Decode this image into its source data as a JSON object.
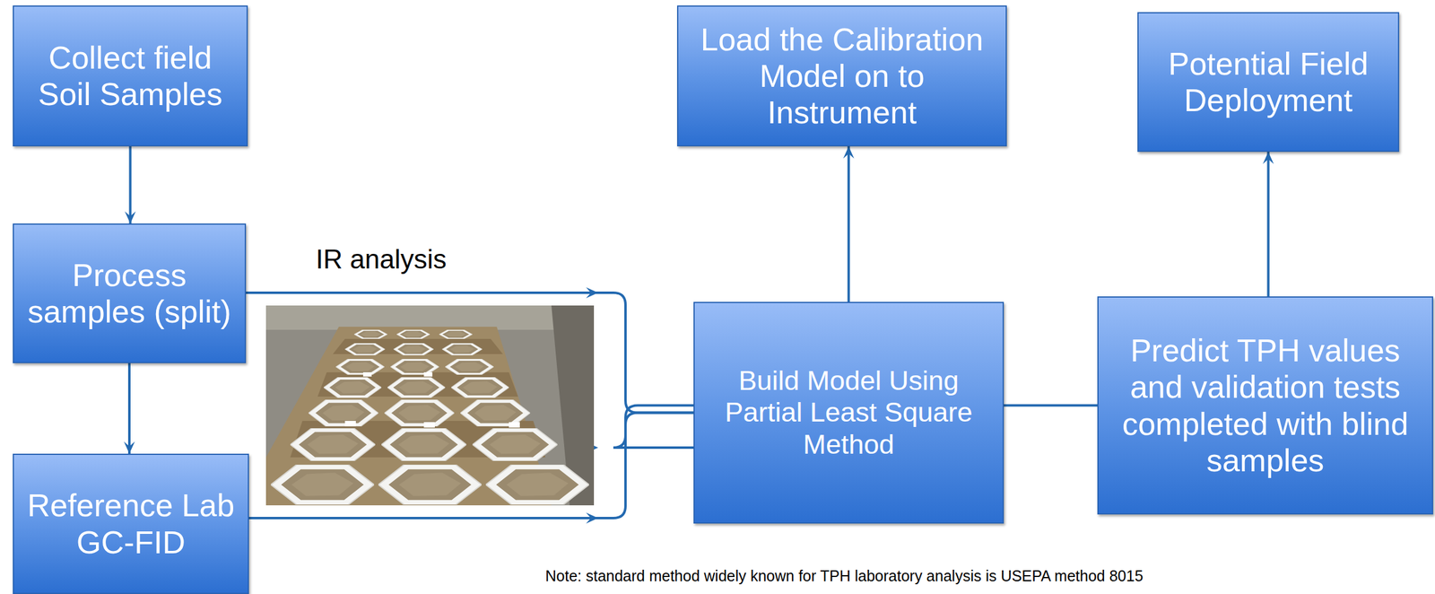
{
  "diagram": {
    "nodes": [
      {
        "text": [
          "Collect field Soil Samples"
        ]
      },
      {
        "text": [
          "Process samples (split)"
        ]
      },
      {
        "text": [
          "Reference Lab GC-FID"
        ]
      },
      {
        "text": [
          "Load the Calibration Model on to Instrument"
        ]
      },
      {
        "text": [
          "Build Model Using Partial Least Square Method"
        ]
      },
      {
        "text": [
          "Potential Field Deployment"
        ]
      },
      {
        "text": [
          "Predict TPH values and validation tests completed with blind samples"
        ]
      }
    ],
    "edges": [
      {
        "from": 0,
        "to": 1,
        "arrow": "to"
      },
      {
        "from": 1,
        "to": 2,
        "arrow": "to"
      },
      {
        "from": 1,
        "to": 4,
        "arrow": "to"
      },
      {
        "from": 2,
        "to": 4,
        "arrow": "to"
      },
      {
        "from": 4,
        "to": 3,
        "arrow": "to"
      },
      {
        "from": 4,
        "to": 6,
        "arrow": "to"
      },
      {
        "from": 6,
        "to": 5,
        "arrow": "to"
      }
    ],
    "labels": [
      "IR analysis",
      "Note: standard method widely known for TPH laboratory analysis is USEPA method 8015"
    ]
  }
}
